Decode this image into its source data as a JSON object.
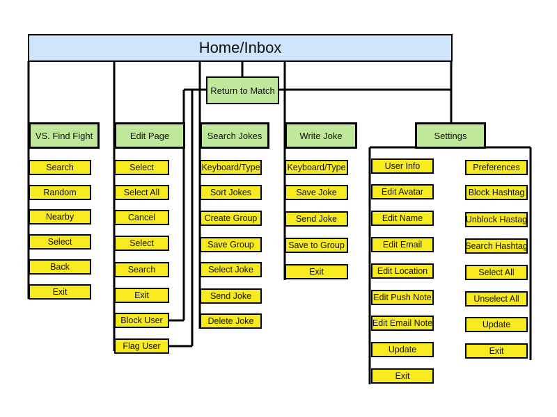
{
  "header": {
    "title": "Home/Inbox"
  },
  "return_to_match": {
    "label": "Return to Match"
  },
  "columns": {
    "vs": {
      "title": "VS. Find Fight",
      "items": [
        "Search",
        "Random",
        "Nearby",
        "Select",
        "Back",
        "Exit"
      ]
    },
    "edit_page": {
      "title": "Edit Page",
      "items": [
        "Select",
        "Select All",
        "Cancel",
        "Select",
        "Search",
        "Exit",
        "Block User",
        "Flag User"
      ]
    },
    "search_jokes": {
      "title": "Search Jokes",
      "items": [
        "Keyboard/Type",
        "Sort Jokes",
        "Create Group",
        "Save Group",
        "Select Joke",
        "Send Joke",
        "Delete Joke"
      ]
    },
    "write_joke": {
      "title": "Write Joke",
      "items": [
        "Keyboard/Type",
        "Save Joke",
        "Send Joke",
        "Save to Group",
        "Exit"
      ]
    },
    "settings": {
      "title": "Settings",
      "left_items": [
        "User Info",
        "Edit Avatar",
        "Edit Name",
        "Edit Email",
        "Edit Location",
        "Edit Push Note",
        "Edit Email Note",
        "Update",
        "Exit"
      ],
      "right_items": [
        "Preferences",
        "Block Hashtag",
        "Unblock Hastag",
        "Search Hashtag",
        "Select All",
        "Unselect All",
        "Update",
        "Exit"
      ]
    }
  },
  "colors": {
    "header": "#cfe5fb",
    "category": "#bfe89a",
    "item": "#f7ea1e",
    "line": "#000000"
  }
}
